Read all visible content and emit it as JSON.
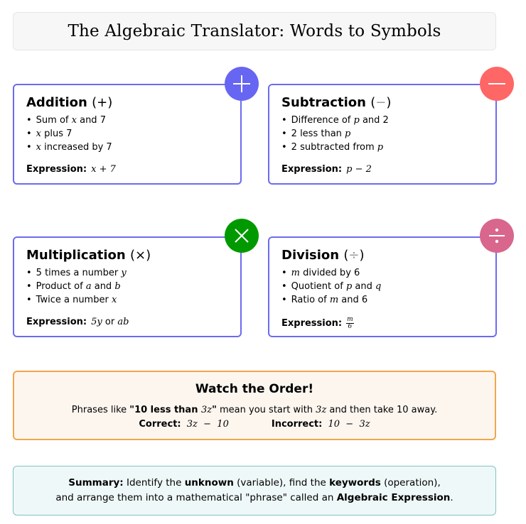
{
  "title": "The Algebraic Translator:  Words to Symbols",
  "colors": {
    "card_border": "#6b6bf0",
    "addition_badge": "#6666f2",
    "subtraction_badge": "#ff6666",
    "multiplication_badge": "#009900",
    "division_badge": "#d9668c",
    "warning_border": "#f5a54a",
    "warning_bg": "#fdf6ef",
    "summary_border": "#7fc4c4",
    "summary_bg": "#eff8f8"
  },
  "cards": [
    {
      "heading": "Addition",
      "symbol": "+",
      "badge_icon": "plus-icon",
      "items": [
        {
          "pre": "Sum of ",
          "var": "x",
          "post": " and 7"
        },
        {
          "pre": "",
          "var": "x",
          "post": " plus 7"
        },
        {
          "pre": "",
          "var": "x",
          "post": " increased by 7"
        }
      ],
      "expression_label": "Expression:",
      "expression": "x + 7"
    },
    {
      "heading": "Subtraction",
      "symbol": "−",
      "badge_icon": "minus-icon",
      "items": [
        {
          "pre": "Difference of ",
          "var": "p",
          "post": " and 2"
        },
        {
          "pre": "2 less than ",
          "var": "p",
          "post": ""
        },
        {
          "pre": "2 subtracted from ",
          "var": "p",
          "post": ""
        }
      ],
      "expression_label": "Expression:",
      "expression": "p − 2"
    },
    {
      "heading": "Multiplication",
      "symbol": "×",
      "badge_icon": "times-icon",
      "items": [
        {
          "pre": "5 times a number ",
          "var": "y",
          "post": ""
        },
        {
          "pre": "Product of ",
          "var": "a",
          "post": " and ",
          "var2": "b"
        },
        {
          "pre": "Twice a number ",
          "var": "x",
          "post": ""
        }
      ],
      "expression_label": "Expression:",
      "expression": "5y",
      "expression_or": " or ",
      "expression2": "ab"
    },
    {
      "heading": "Division",
      "symbol": "÷",
      "badge_icon": "divide-icon",
      "items": [
        {
          "pre": "",
          "var": "m",
          "post": " divided by 6"
        },
        {
          "pre": "Quotient of ",
          "var": "p",
          "post": " and ",
          "var2": "q"
        },
        {
          "pre": "Ratio of ",
          "var": "m",
          "post": " and 6"
        }
      ],
      "expression_label": "Expression:",
      "expression_num": "m",
      "expression_den": "6"
    }
  ],
  "warning": {
    "heading": "Watch the Order!",
    "line1_pre": "Phrases like ",
    "line1_bold": "\"10 less than ",
    "line1_bold_var": "3z",
    "line1_bold_end": "\"",
    "line1_mid": " mean you start with ",
    "line1_var": "3z",
    "line1_post": " and then take 10 away.",
    "correct_label": "Correct:",
    "correct_expr": "3z  −  10",
    "incorrect_label": "Incorrect:",
    "incorrect_expr": "10  −  3z"
  },
  "summary": {
    "label": "Summary:",
    "t1": " Identify the ",
    "b1": "unknown",
    "t2": " (variable), find the ",
    "b2": "keywords",
    "t3": " (operation),",
    "t4": "and arrange them into a mathematical \"phrase\" called an ",
    "b3": "Algebraic Expression",
    "t5": "."
  }
}
